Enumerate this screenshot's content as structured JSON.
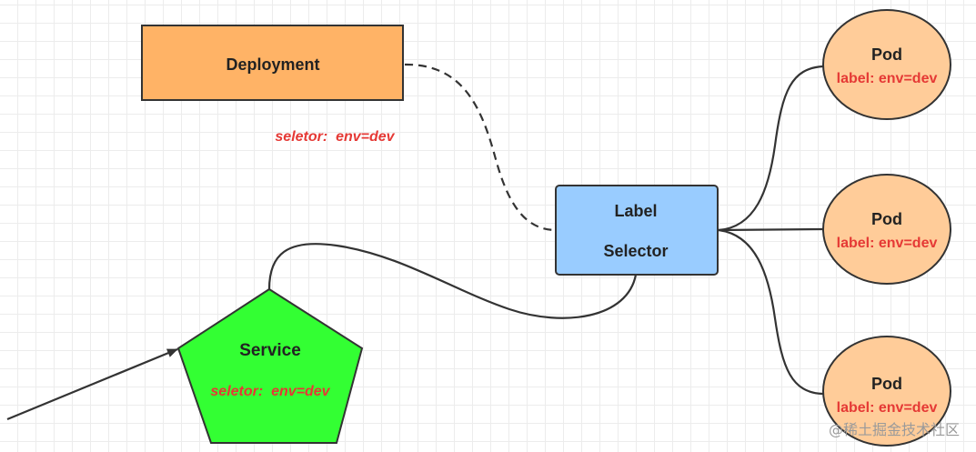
{
  "deployment": {
    "label": "Deployment",
    "selector_text": "seletor:  env=dev"
  },
  "label_selector": {
    "line1": "Label",
    "line2": "Selector"
  },
  "service": {
    "label": "Service",
    "selector_text": "seletor:  env=dev"
  },
  "pods": [
    {
      "title": "Pod",
      "label": "label: env=dev"
    },
    {
      "title": "Pod",
      "label": "label: env=dev"
    },
    {
      "title": "Pod",
      "label": "label: env=dev"
    }
  ],
  "watermark": "@稀土掘金技术社区",
  "colors": {
    "deployment_fill": "#ffb366",
    "selector_fill": "#99ccff",
    "service_fill": "#33ff33",
    "pod_fill": "#ffcc99",
    "red_text": "#e53935",
    "line": "#333333"
  }
}
